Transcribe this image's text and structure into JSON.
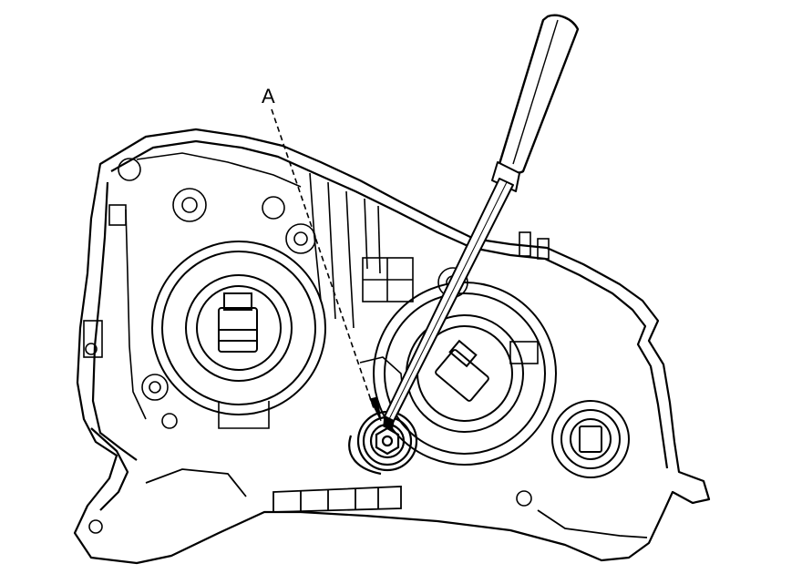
{
  "diagram": {
    "callouts": [
      {
        "id": "A",
        "label": "A",
        "target": "aiming-screw"
      }
    ],
    "parts": [
      "headlight-housing",
      "screwdriver",
      "aiming-screw",
      "low-beam-bulb-socket",
      "high-beam-bulb-socket",
      "turn-signal-socket"
    ],
    "colors": {
      "line": "#000000",
      "background": "#ffffff"
    }
  }
}
